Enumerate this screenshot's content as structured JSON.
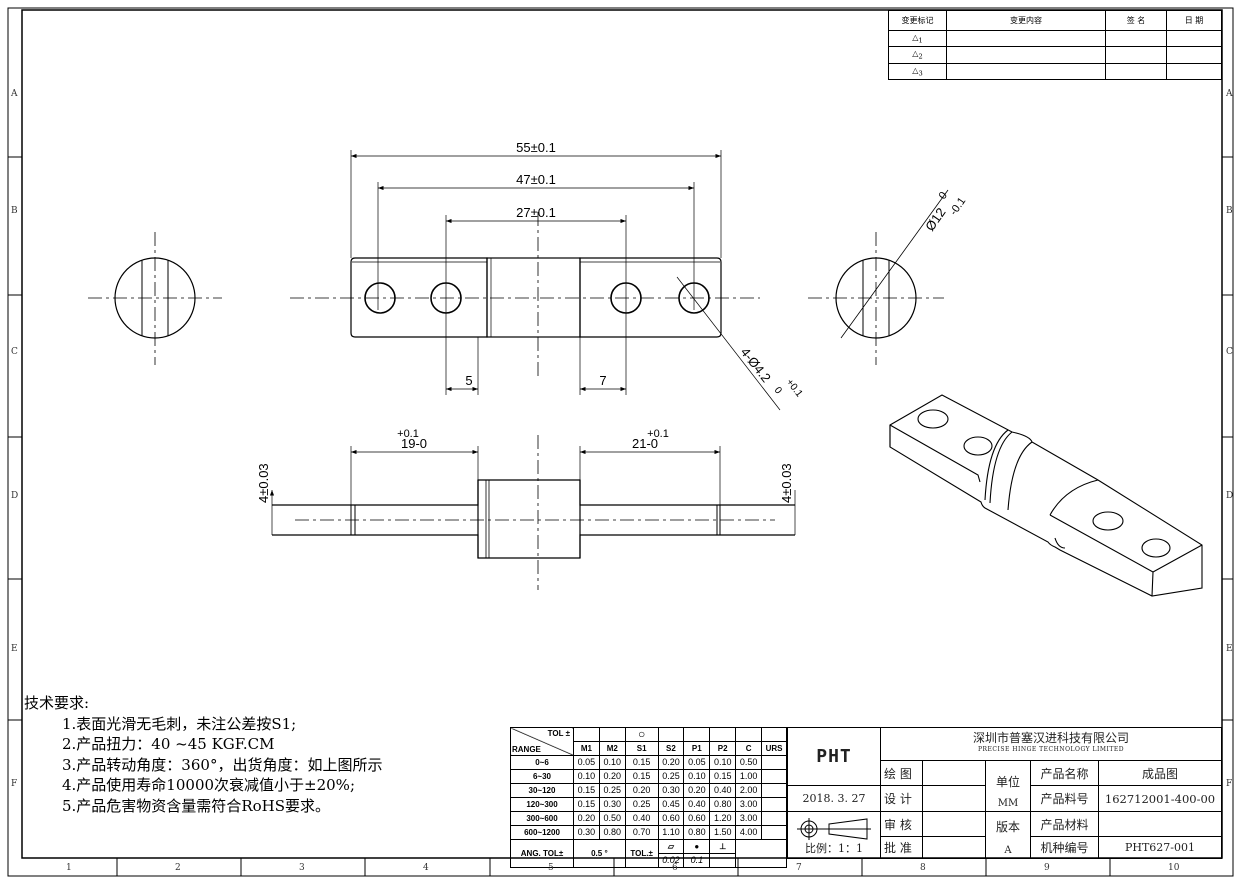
{
  "revision_table": {
    "headers": [
      "变更标记",
      "变更内容",
      "签 名",
      "日 期"
    ],
    "marks": [
      "1",
      "2",
      "3"
    ]
  },
  "dimensions": {
    "overall": "55±0.1",
    "hole_outer": "47±0.1",
    "hole_inner": "27±0.1",
    "left_offset": "5",
    "right_offset": "7",
    "hole_dia": "4-Ø4.2",
    "hole_dia_tol_upper": "+0.1",
    "hole_dia_tol_lower": "0",
    "shaft_dia": "Ø12",
    "shaft_tol_upper": "0",
    "shaft_tol_lower": "-0.1",
    "left_len": "19-0",
    "left_len_tol": "+0.1",
    "right_len": "21-0",
    "right_len_tol": "+0.1",
    "thickness_left": "4±0.03",
    "thickness_right": "4±0.03"
  },
  "notes": {
    "title": "技术要求:",
    "items": [
      "1.表面光滑无毛刺，未注公差按S1;",
      "2.产品扭力：40 ~45  KGF.CM",
      "3.产品转动角度：360°，出货角度：如上图所示",
      "4.产品使用寿命10000次衰减值小于±20%;",
      "5.产品危害物资含量需符合RoHS要求。"
    ]
  },
  "tolerance_table": {
    "corner_top": "TOL ±",
    "corner_bottom": "RANGE",
    "s1_symbol": "○",
    "columns": [
      "M1",
      "M2",
      "S1",
      "S2",
      "P1",
      "P2",
      "C",
      "URS"
    ],
    "rows": [
      {
        "range": "0~6",
        "values": [
          "0.05",
          "0.10",
          "0.15",
          "0.20",
          "0.05",
          "0.10",
          "0.50",
          ""
        ]
      },
      {
        "range": "6~30",
        "values": [
          "0.10",
          "0.20",
          "0.15",
          "0.25",
          "0.10",
          "0.15",
          "1.00",
          ""
        ]
      },
      {
        "range": "30~120",
        "values": [
          "0.15",
          "0.25",
          "0.20",
          "0.30",
          "0.20",
          "0.40",
          "2.00",
          ""
        ]
      },
      {
        "range": "120~300",
        "values": [
          "0.15",
          "0.30",
          "0.25",
          "0.45",
          "0.40",
          "0.80",
          "3.00",
          ""
        ]
      },
      {
        "range": "300~600",
        "values": [
          "0.20",
          "0.50",
          "0.40",
          "0.60",
          "0.60",
          "1.20",
          "3.00",
          ""
        ]
      },
      {
        "range": "600~1200",
        "values": [
          "0.30",
          "0.80",
          "0.70",
          "1.10",
          "0.80",
          "1.50",
          "4.00",
          ""
        ]
      }
    ],
    "ang_label": "ANG.  TOL±",
    "ang_value": "0.5 °",
    "tol_label": "TOL.±",
    "flatness_symbol": "▱",
    "flatness_value": "0.02",
    "position_symbol": "●",
    "position_value": "0.1",
    "perp_symbol": "⊥"
  },
  "title_block": {
    "logo": "PHT",
    "company_cn": "深圳市普塞汉进科技有限公司",
    "company_en": "PRECISE HINGE TECHNOLOGY LIMITED",
    "date": "2018. 3. 27",
    "scale": "比例：1：1",
    "draw_label": "绘 图",
    "design_label": "设 计",
    "check_label": "审 核",
    "approve_label": "批 准",
    "unit_label": "单位",
    "unit_value": "MM",
    "version_label": "版本",
    "version_value": "A",
    "product_name_label": "产品名称",
    "product_name": "成品图",
    "part_no_label": "产品料号",
    "part_no": "162712001-400-00",
    "material_label": "产品材料",
    "material": "",
    "model_label": "机种编号",
    "model": "PHT627-001"
  },
  "zones": {
    "columns": [
      "1",
      "2",
      "3",
      "4",
      "5",
      "6",
      "7",
      "8",
      "9",
      "10"
    ],
    "rows": [
      "A",
      "B",
      "C",
      "D",
      "E",
      "F"
    ]
  }
}
